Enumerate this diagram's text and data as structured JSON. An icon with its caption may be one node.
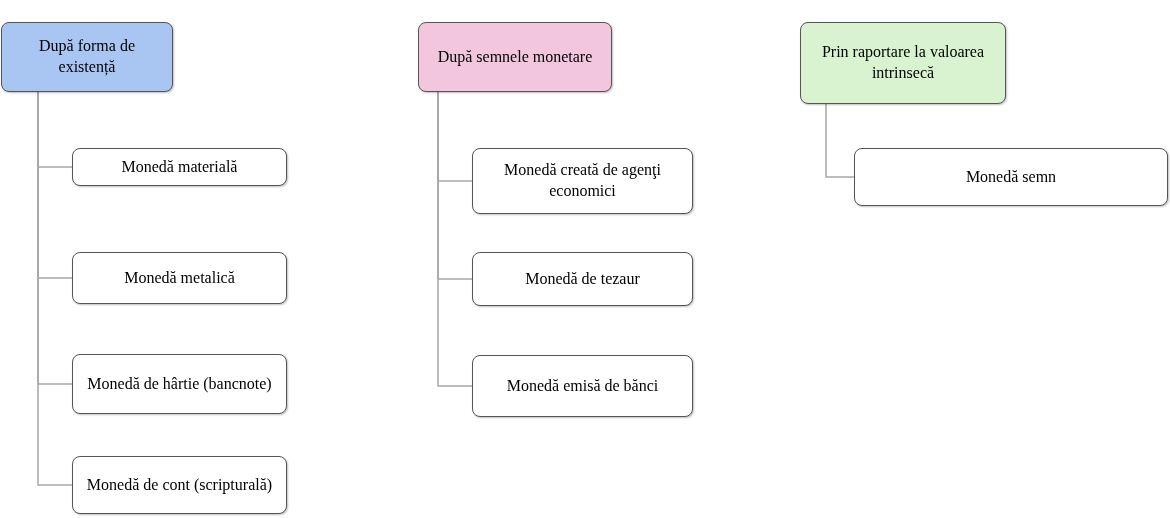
{
  "diagram": {
    "nodes": [
      {
        "text": [
          "După forma de existență"
        ]
      },
      {
        "text": [
          "Monedă materială"
        ]
      },
      {
        "text": [
          "Monedă metalică"
        ]
      },
      {
        "text": [
          "Monedă de hârtie (bancnote)"
        ]
      },
      {
        "text": [
          "Monedă de cont (scripturală)"
        ]
      },
      {
        "text": [
          "După semnele monetare"
        ]
      },
      {
        "text": [
          "Monedă creată de agenţi economici"
        ]
      },
      {
        "text": [
          "Monedă de tezaur"
        ]
      },
      {
        "text": [
          "Monedă emisă de bănci"
        ]
      },
      {
        "text": [
          "Prin raportare la valoarea intrinsecă"
        ]
      },
      {
        "text": [
          "Monedă semn"
        ]
      }
    ],
    "edges": [
      {
        "from": 0,
        "to": 1,
        "arrow": "none"
      },
      {
        "from": 0,
        "to": 2,
        "arrow": "none"
      },
      {
        "from": 0,
        "to": 3,
        "arrow": "none"
      },
      {
        "from": 0,
        "to": 4,
        "arrow": "none"
      },
      {
        "from": 5,
        "to": 6,
        "arrow": "none"
      },
      {
        "from": 5,
        "to": 7,
        "arrow": "none"
      },
      {
        "from": 5,
        "to": 8,
        "arrow": "none"
      },
      {
        "from": 9,
        "to": 10,
        "arrow": "none"
      }
    ]
  }
}
